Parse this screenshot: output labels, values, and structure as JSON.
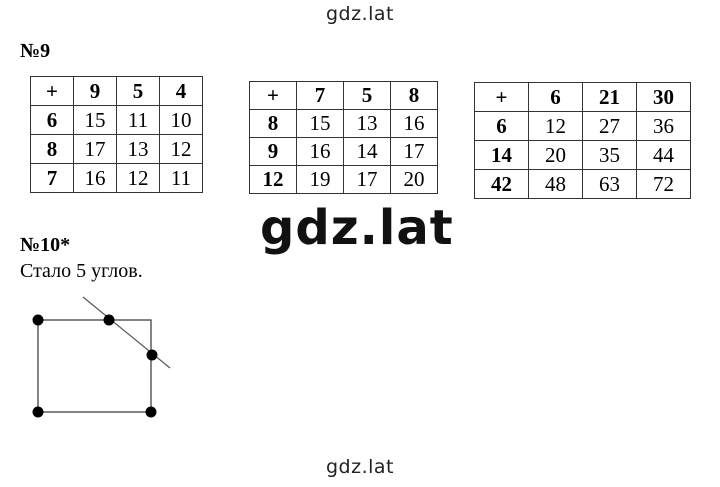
{
  "watermark": {
    "text": "gdz.lat"
  },
  "task9": {
    "label": "№9",
    "tables": [
      {
        "header": [
          "+",
          "9",
          "5",
          "4"
        ],
        "rows": [
          [
            "6",
            "15",
            "11",
            "10"
          ],
          [
            "8",
            "17",
            "13",
            "12"
          ],
          [
            "7",
            "16",
            "12",
            "11"
          ]
        ]
      },
      {
        "header": [
          "+",
          "7",
          "5",
          "8"
        ],
        "rows": [
          [
            "8",
            "15",
            "13",
            "16"
          ],
          [
            "9",
            "16",
            "14",
            "17"
          ],
          [
            "12",
            "19",
            "17",
            "20"
          ]
        ]
      },
      {
        "header": [
          "+",
          "6",
          "21",
          "30"
        ],
        "rows": [
          [
            "6",
            "12",
            "27",
            "36"
          ],
          [
            "14",
            "20",
            "35",
            "44"
          ],
          [
            "42",
            "48",
            "63",
            "72"
          ]
        ]
      }
    ]
  },
  "task10": {
    "label": "№10*",
    "answer": "Стало 5 углов."
  }
}
